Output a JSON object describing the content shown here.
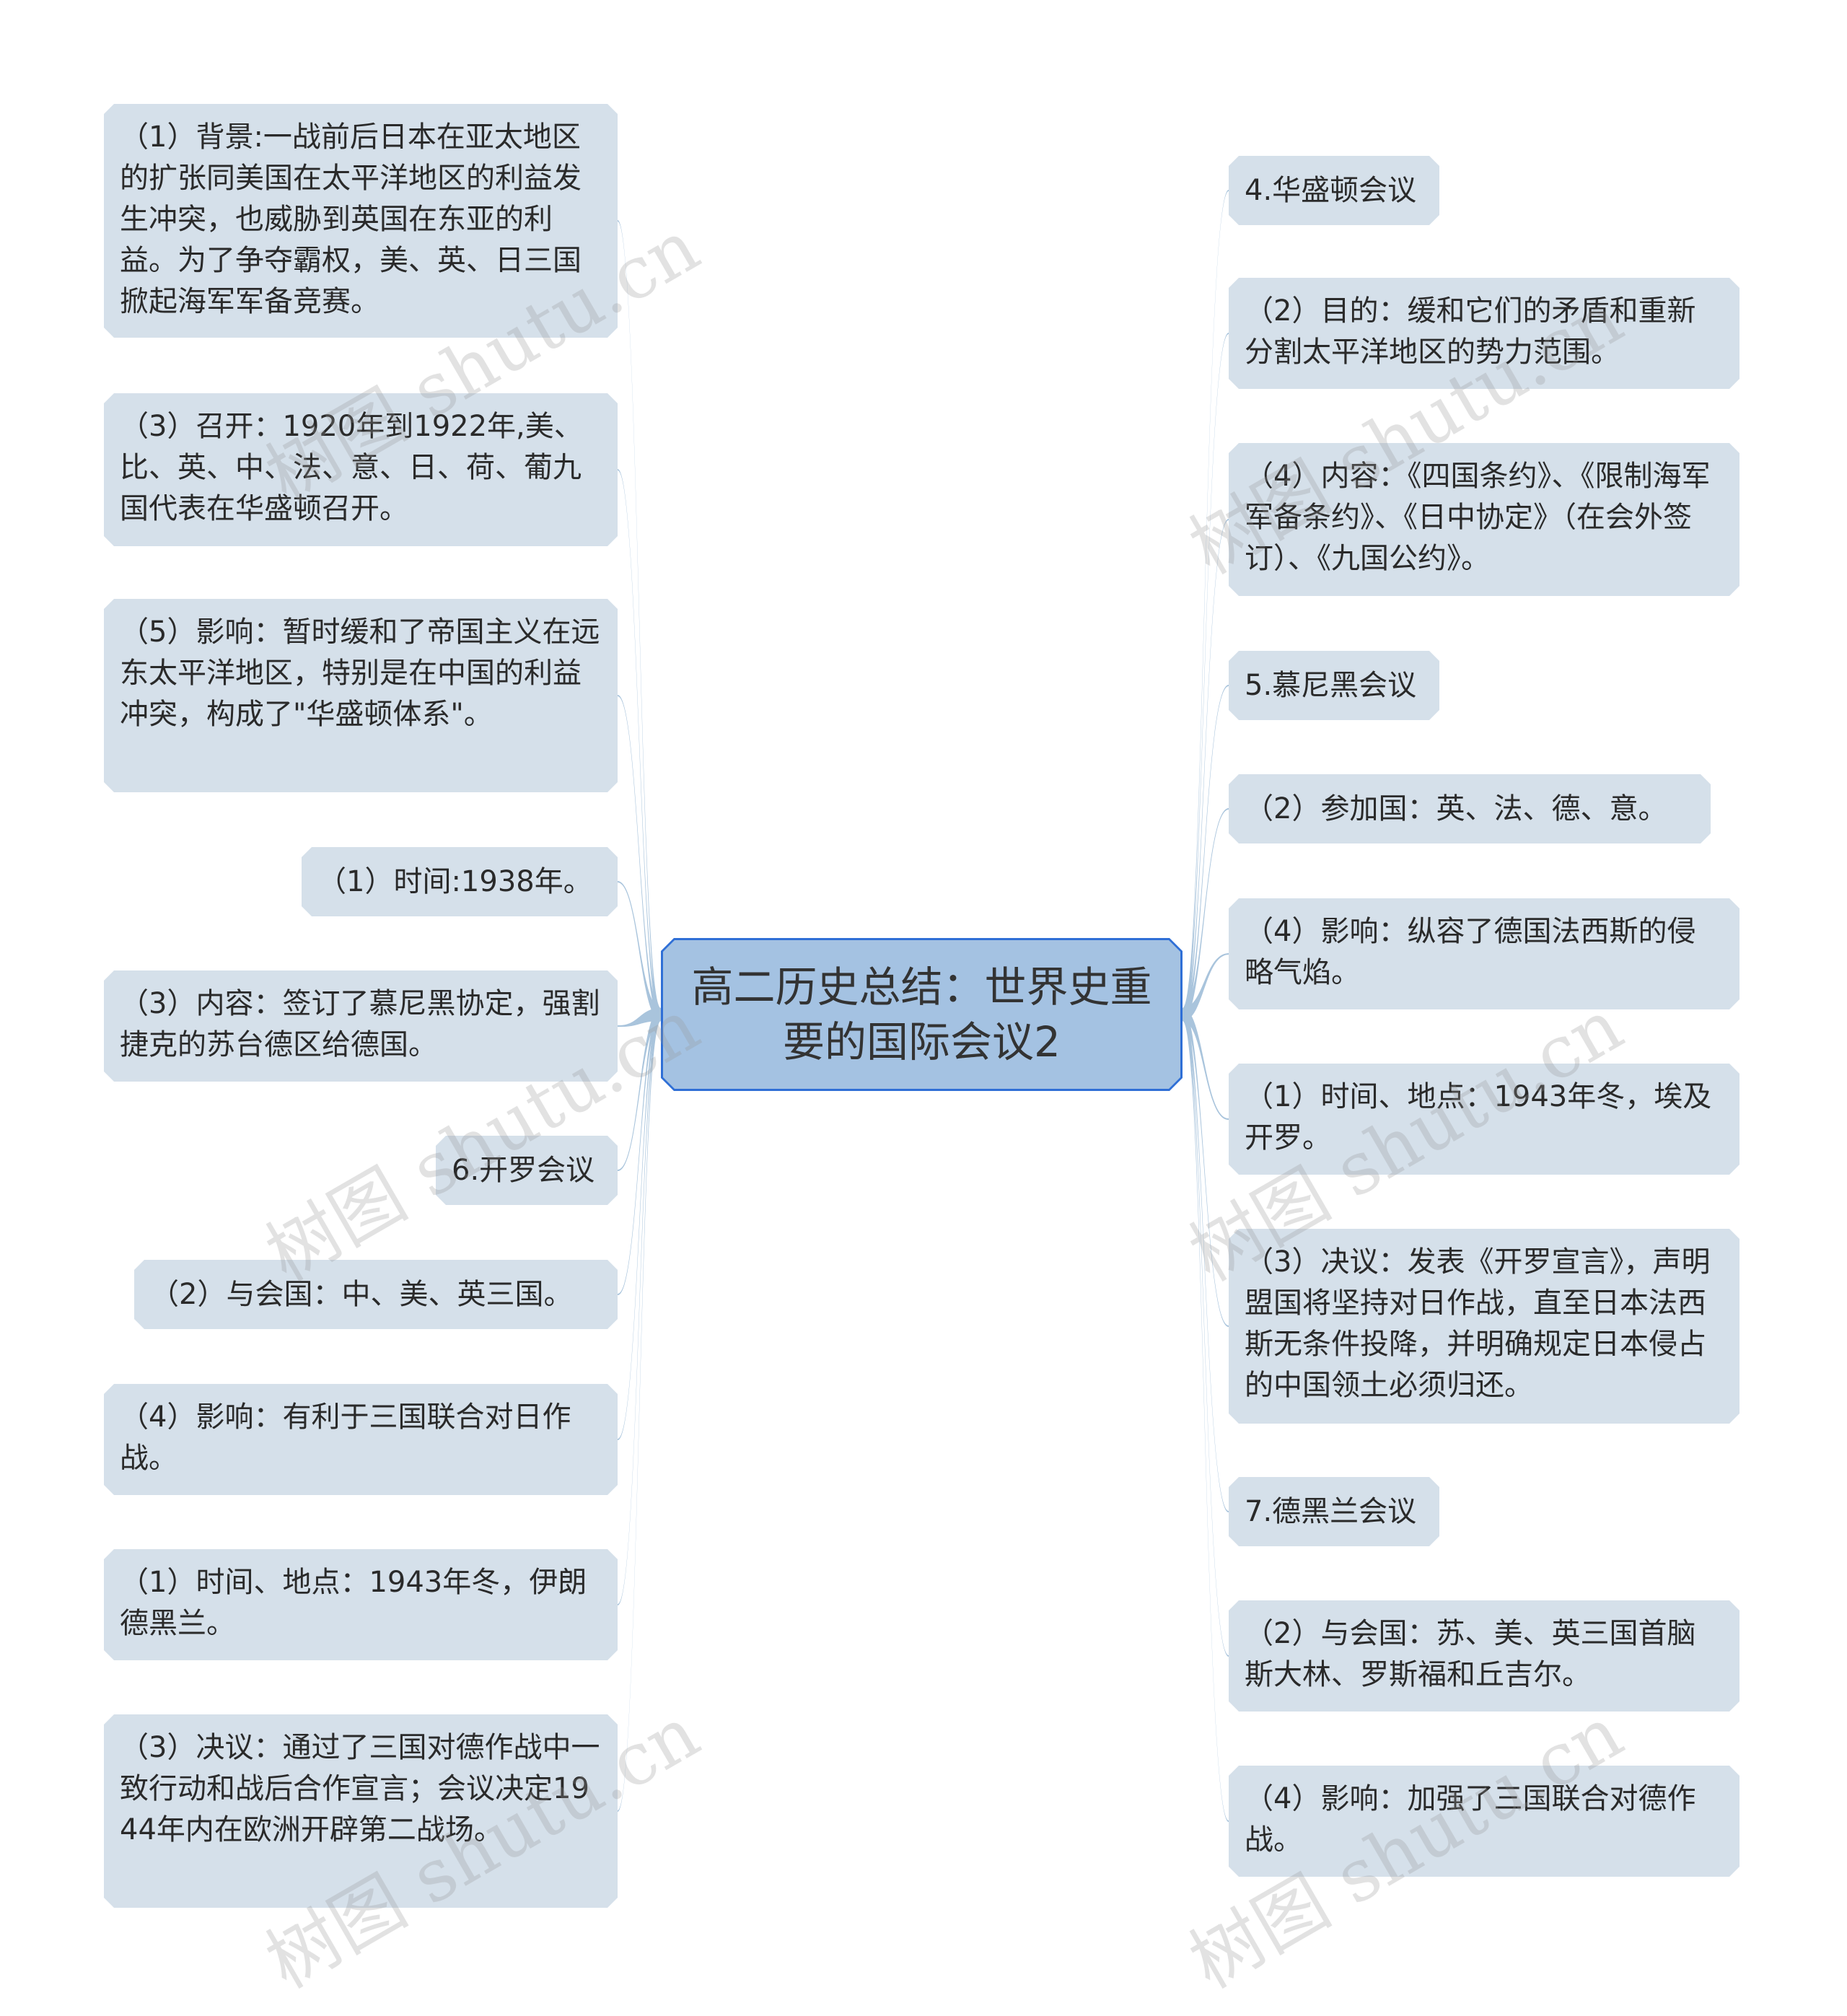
{
  "root": "高二历史总结：世界史重要的国际会议2",
  "left_nodes": [
    "（1）背景:一战前后日本在亚太地区的扩张同美国在太平洋地区的利益发生冲突，也威胁到英国在东亚的利益。为了争夺霸权，美、英、日三国掀起海军军备竞赛。",
    "（3）召开：1920年到1922年,美、比、英、中、法、意、日、荷、葡九国代表在华盛顿召开。",
    "（5）影响：暂时缓和了帝国主义在远东太平洋地区，特别是在中国的利益冲突，构成了\"华盛顿体系\"。",
    "（1）时间:1938年。",
    "（3）内容：签订了慕尼黑协定，强割捷克的苏台德区给德国。",
    "6.开罗会议",
    "（2）与会国：中、美、英三国。",
    "（4）影响：有利于三国联合对日作战。",
    "（1）时间、地点：1943年冬，伊朗德黑兰。",
    "（3）决议：通过了三国对德作战中一致行动和战后合作宣言；会议决定1944年内在欧洲开辟第二战场。"
  ],
  "right_nodes": [
    "4.华盛顿会议",
    "（2）目的：缓和它们的矛盾和重新分割太平洋地区的势力范围。",
    "（4）内容：《四国条约》、《限制海军军备条约》、《日中协定》（在会外签订）、《九国公约》。",
    "5.慕尼黑会议",
    "（2）参加国：英、法、德、意。",
    "（4）影响：纵容了德国法西斯的侵略气焰。",
    "（1）时间、地点：1943年冬，埃及开罗。",
    "（3）决议：发表《开罗宣言》，声明盟国将坚持对日作战，直至日本法西斯无条件投降，并明确规定日本侵占的中国领土必须归还。",
    "7.德黑兰会议",
    "（2）与会国：苏、美、英三国首脑斯大林、罗斯福和丘吉尔。",
    "（4）影响：加强了三国联合对德作战。"
  ],
  "watermark": "树图 shutu.cn",
  "colors": {
    "node_bg": "#d5e0ea",
    "root_bg": "#a4c2e2",
    "root_border": "#2f6fd6",
    "link": "#a9c4dc"
  }
}
